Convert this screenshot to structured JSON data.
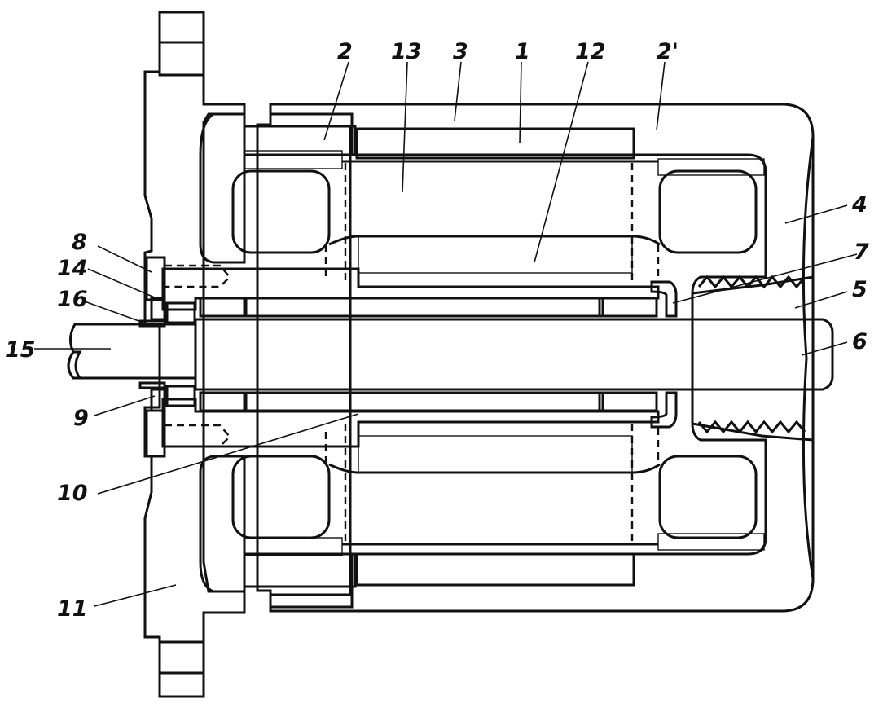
{
  "labels": {
    "l1": "1",
    "l2": "2",
    "l2p": "2'",
    "l3": "3",
    "l4": "4",
    "l5": "5",
    "l6": "6",
    "l7": "7",
    "l8": "8",
    "l9": "9",
    "l10": "10",
    "l11": "11",
    "l12": "12",
    "l13": "13",
    "l14": "14",
    "l15": "15",
    "l16": "16"
  }
}
